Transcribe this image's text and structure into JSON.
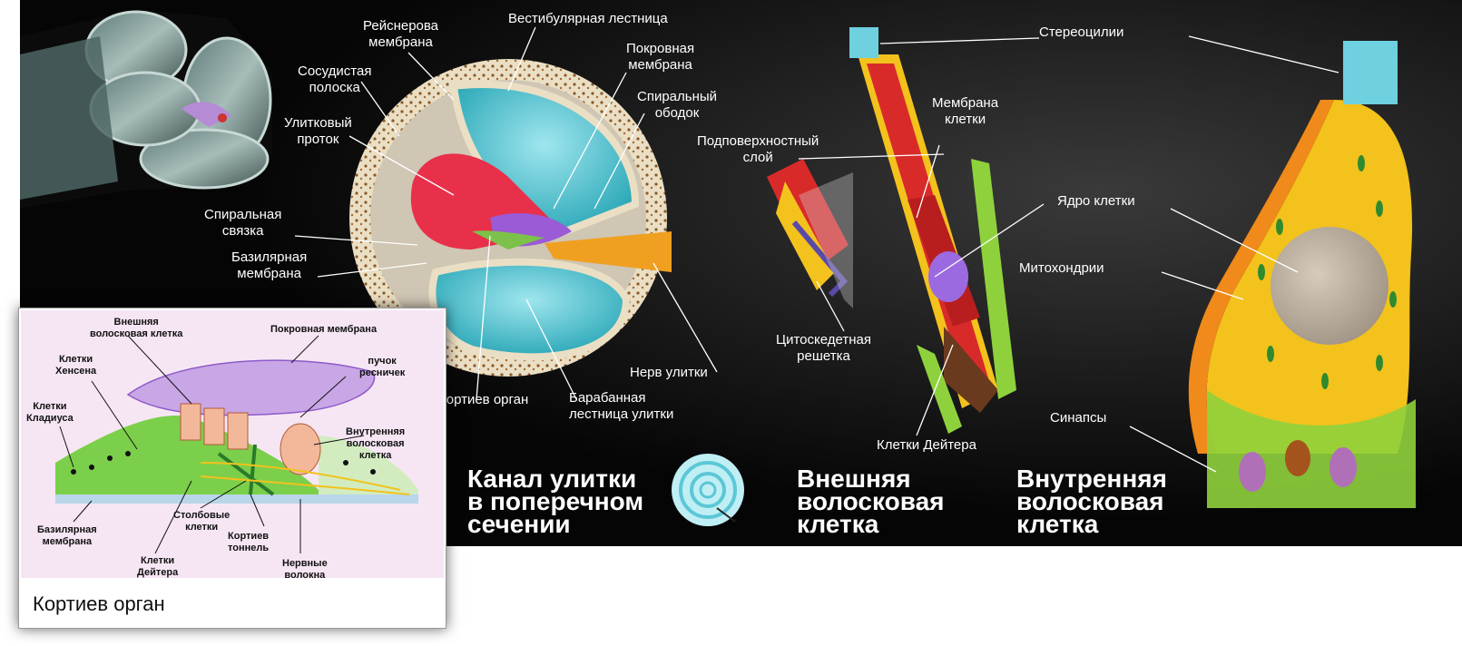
{
  "cochlea_section": {
    "labels": {
      "reissner": "Рейснерова\nмембрана",
      "vestibular": "Вестибулярная лестница",
      "tectorial": "Покровная\nмембрана",
      "stria": "Сосудистая\nполоска",
      "spiral_limbus": "Спиральный\nободок",
      "duct": "Улитковый\nпроток",
      "spiral_ligament": "Спиральная\nсвязка",
      "basilar": "Базилярная\nмембрана",
      "nerve": "Нерв улитки",
      "corti": "Кортиев орган",
      "tympanic": "Барабанная\nлестница улитки"
    },
    "caption": "Канал улитки\nв поперечном\nсечении"
  },
  "outer_hair_cell": {
    "labels": {
      "membrane": "Мембрана\nклетки",
      "subsurface": "Подповерхностный\nслой",
      "cytoskeleton": "Цитоскедетная\nрешетка",
      "deiters": "Клетки Дейтера"
    },
    "caption": "Внешняя\nволосковая\nклетка"
  },
  "inner_hair_cell": {
    "labels": {
      "stereocilia": "Стереоцилии",
      "nucleus": "Ядро клетки",
      "mitochondria": "Митохондрии",
      "synapses": "Синапсы"
    },
    "caption": "Внутренняя\nволосковая\nклетка"
  },
  "inset": {
    "title": "Кортиев орган",
    "labels": {
      "outer_hair": "Внешняя\nволосковая клетка",
      "tectorial": "Покровная мембрана",
      "hensen": "Клетки\nХенсена",
      "tuft": "пучок\nресничек",
      "claudius": "Клетки\nКладиуса",
      "inner_hair": "Внутренняя\nволосковая\nклетка",
      "basilar": "Базилярная\nмембрана",
      "pillar": "Столбовые\nклетки",
      "corti_tunnel": "Кортиев\nтоннель",
      "deiters": "Клетки\nДейтера",
      "nerve_fibers": "Нервные\nволокна"
    }
  },
  "colors": {
    "background": "#0a0a0a",
    "bone": "#e8dcc0",
    "scala": "#33b6c4",
    "duct": "#e8304a",
    "cell_yellow": "#f3c21c",
    "cell_orange": "#f08a1a",
    "nucleus": "#b8aa98",
    "mito": "#2f8a2f",
    "green": "#8fd13c",
    "stereo": "#6fd0e0"
  }
}
